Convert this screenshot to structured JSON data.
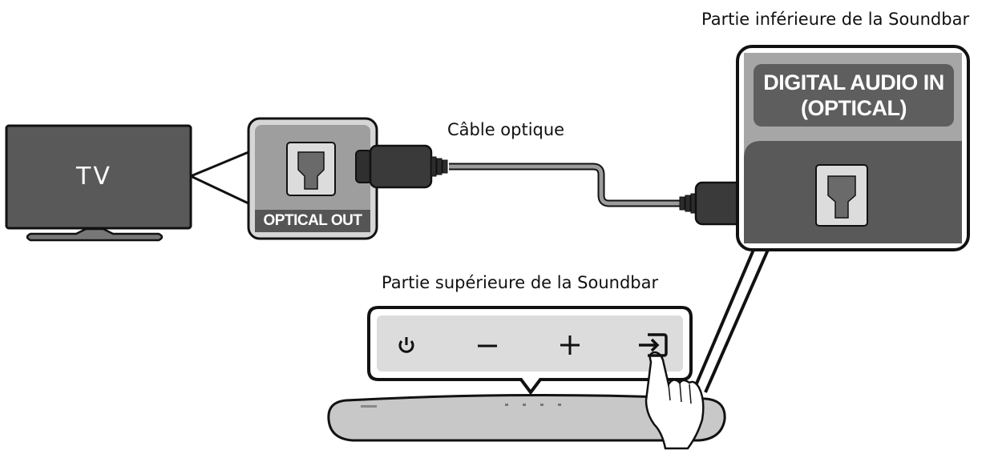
{
  "labels": {
    "bottom_label": "Partie inférieure de la Soundbar",
    "cable_label": "Câble optique",
    "top_label": "Partie supérieure de la Soundbar"
  },
  "tv": {
    "text": "TV"
  },
  "tv_port": {
    "text": "OPTICAL OUT"
  },
  "soundbar_port": {
    "line1": "DIGITAL AUDIO IN",
    "line2": "(OPTICAL)"
  },
  "buttons": [
    {
      "icon": "power-icon"
    },
    {
      "icon": "minus-icon"
    },
    {
      "icon": "plus-icon"
    },
    {
      "icon": "source-icon"
    }
  ],
  "colors": {
    "dark_gray": "#595959",
    "panel_gray": "#a6a6a6",
    "light_gray": "#dcdcdc",
    "soundbar_gray": "#c8c8c8",
    "cable_gray": "#9c9c9c",
    "connector": "#3a3a3a",
    "black": "#111111"
  }
}
